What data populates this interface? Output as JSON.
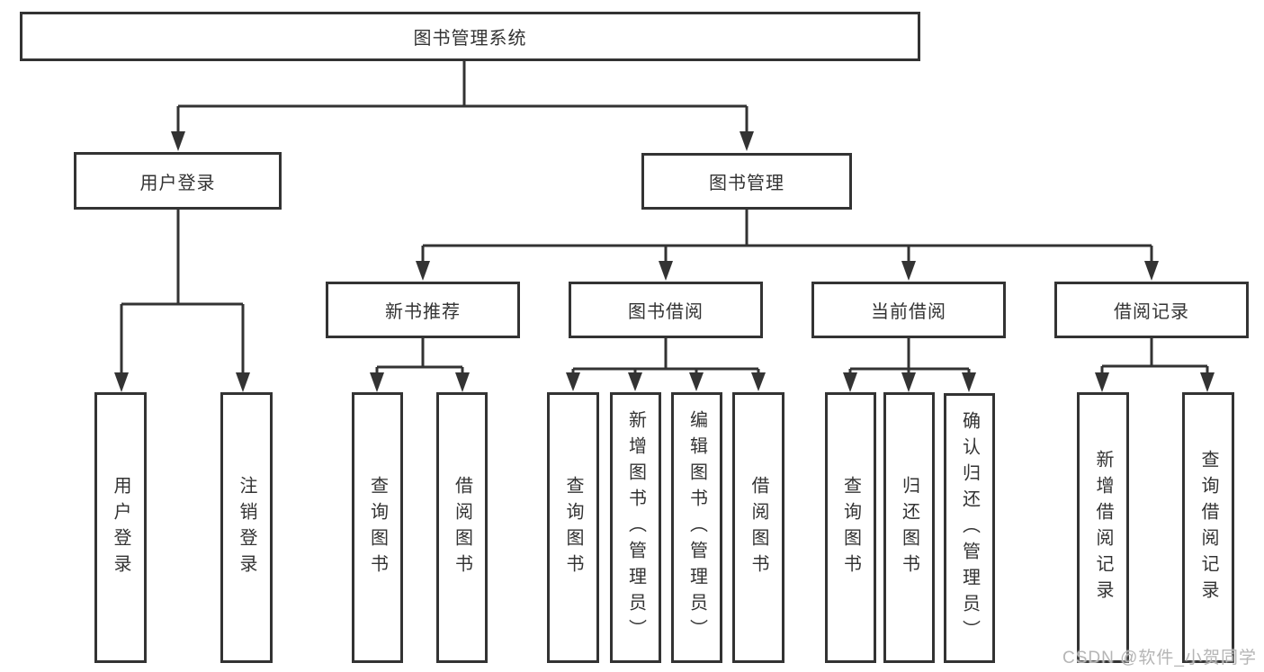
{
  "diagram": {
    "title": "图书管理系统",
    "level1": {
      "user_login": "用户登录",
      "book_management": "图书管理"
    },
    "user_login_children": {
      "login": "用户登录",
      "logout": "注销登录"
    },
    "book_management_children": {
      "new_book": "新书推荐",
      "borrow": "图书借阅",
      "current": "当前借阅",
      "records": "借阅记录"
    },
    "new_book_children": {
      "query": "查询图书",
      "borrow": "借阅图书"
    },
    "borrow_children": {
      "query": "查询图书",
      "add": "新增图书（管理员）",
      "edit": "编辑图书（管理员）",
      "borrow": "借阅图书"
    },
    "current_children": {
      "query": "查询图书",
      "return": "归还图书",
      "confirm": "确认归还（管理员）"
    },
    "records_children": {
      "add": "新增借阅记录",
      "query": "查询借阅记录"
    }
  },
  "watermark": "CSDN @软件_小贺同学",
  "colors": {
    "line": "#333333",
    "text": "#333333",
    "box_bg": "#ffffff",
    "page_bg": "#ffffff",
    "watermark": "#b5b5b5"
  }
}
